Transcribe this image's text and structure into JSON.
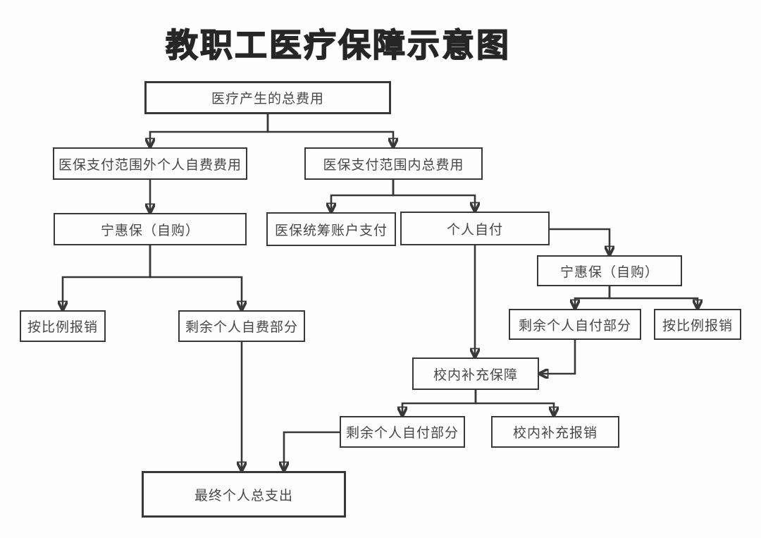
{
  "title": "教职工医疗保障示意图",
  "colors": {
    "line": "#383838",
    "box_border": "#383838",
    "box_fill": "#fdfdfd",
    "text": "#474747",
    "title_text": "#262626",
    "background": "#fdfdfd"
  },
  "nodes": {
    "total_cost": {
      "label": "医疗产生的总费用"
    },
    "outside_scope_self_fee": {
      "label": "医保支付范围外个人自费费用"
    },
    "inside_scope_total": {
      "label": "医保支付范围内总费用"
    },
    "ninghuibao_left": {
      "label": "宁惠保（自购）"
    },
    "pooled_account_pay": {
      "label": "医保统筹账户支付"
    },
    "personal_self_pay": {
      "label": "个人自付"
    },
    "ninghuibao_right": {
      "label": "宁惠保（自购）"
    },
    "proportional_reimburse_left": {
      "label": "按比例报销"
    },
    "remaining_self_fee": {
      "label": "剩余个人自费部分"
    },
    "remaining_self_pay_right": {
      "label": "剩余个人自付部分"
    },
    "proportional_reimburse_right": {
      "label": "按比例报销"
    },
    "campus_supplement": {
      "label": "校内补充保障"
    },
    "remaining_self_pay_bottom": {
      "label": "剩余个人自付部分"
    },
    "campus_reimburse": {
      "label": "校内补充报销"
    },
    "final_total_spend": {
      "label": "最终个人总支出"
    }
  }
}
